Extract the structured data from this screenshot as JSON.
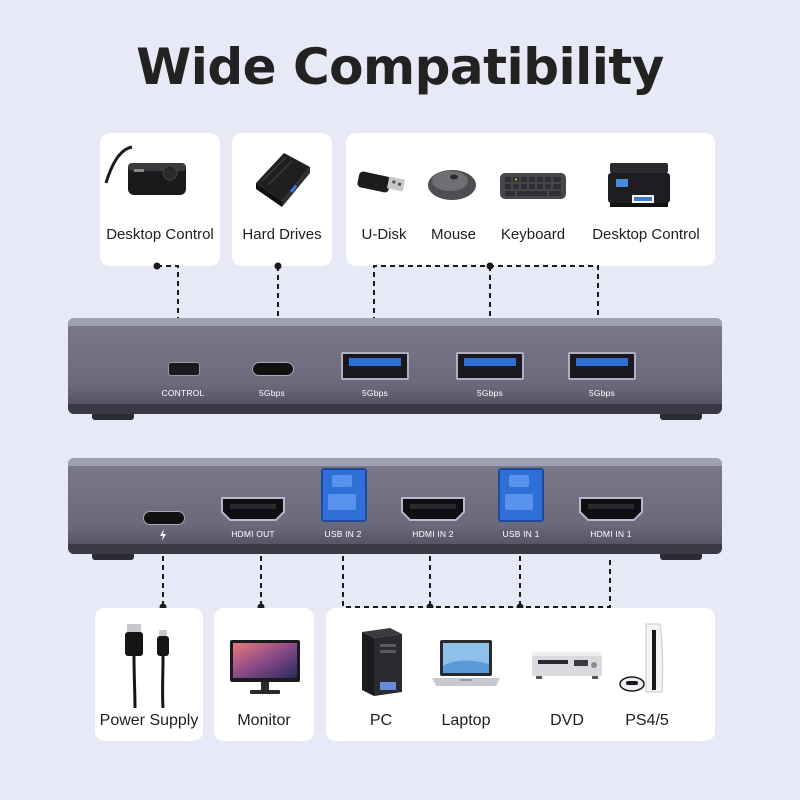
{
  "title": "Wide Compatibility",
  "top_devices": {
    "desktop_control": "Desktop Control",
    "hard_drives": "Hard Drives",
    "u_disk": "U-Disk",
    "mouse": "Mouse",
    "keyboard": "Keyboard",
    "desktop_control_2": "Desktop Control"
  },
  "top_ports": {
    "control": "CONTROL",
    "usbc": "5Gbps",
    "usba1": "5Gbps",
    "usba2": "5Gbps",
    "usba3": "5Gbps"
  },
  "bottom_ports": {
    "power": "",
    "hdmi_out": "HDMI OUT",
    "usb_in_2": "USB IN 2",
    "hdmi_in_2": "HDMI IN 2",
    "usb_in_1": "USB IN 1",
    "hdmi_in_1": "HDMI IN 1"
  },
  "bottom_devices": {
    "power_supply": "Power Supply",
    "monitor": "Monitor",
    "pc": "PC",
    "laptop": "Laptop",
    "dvd": "DVD",
    "ps": "PS4/5"
  },
  "colors": {
    "background": "#e8e9f6",
    "panel": "#6a6a7c",
    "usb3_blue": "#2f6fd6"
  }
}
